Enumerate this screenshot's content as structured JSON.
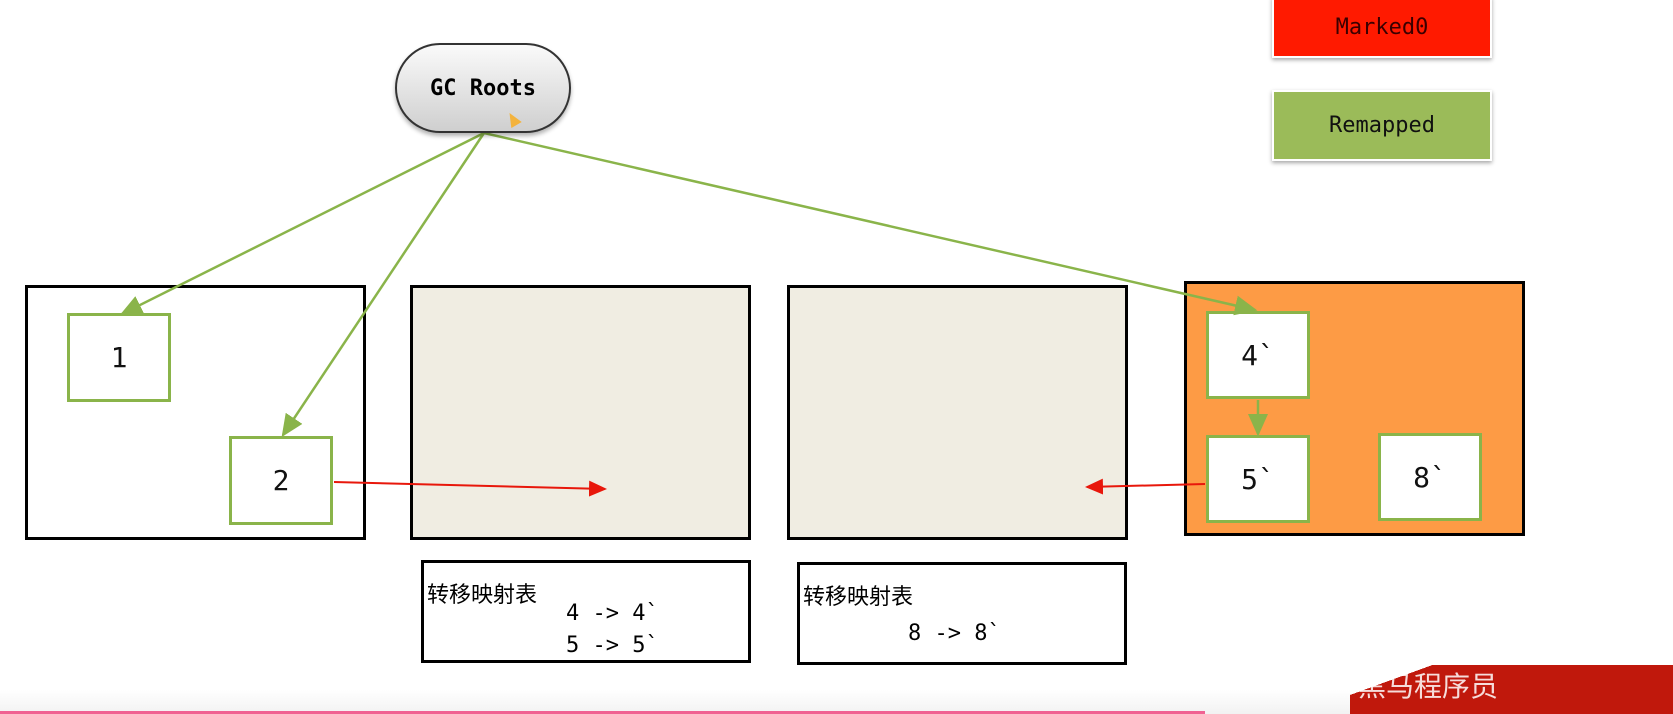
{
  "legend": {
    "marked0": "Marked0",
    "remapped": "Remapped",
    "marked0_color": "#ff1a00",
    "remapped_color": "#9bbb59"
  },
  "gc_roots": "GC Roots",
  "regions": [
    {
      "objects": [
        "1",
        "2"
      ]
    },
    {
      "objects": []
    },
    {
      "objects": []
    },
    {
      "objects": [
        "4`",
        "5`",
        "8`"
      ],
      "color": "#fd9b45"
    }
  ],
  "forwarding_tables": [
    {
      "title": "转移映射表",
      "rows": [
        "4 -> 4`",
        "5 -> 5`"
      ]
    },
    {
      "title": "转移映射表",
      "rows": [
        "8 -> 8`"
      ]
    }
  ],
  "watermark": "黑马程序员"
}
